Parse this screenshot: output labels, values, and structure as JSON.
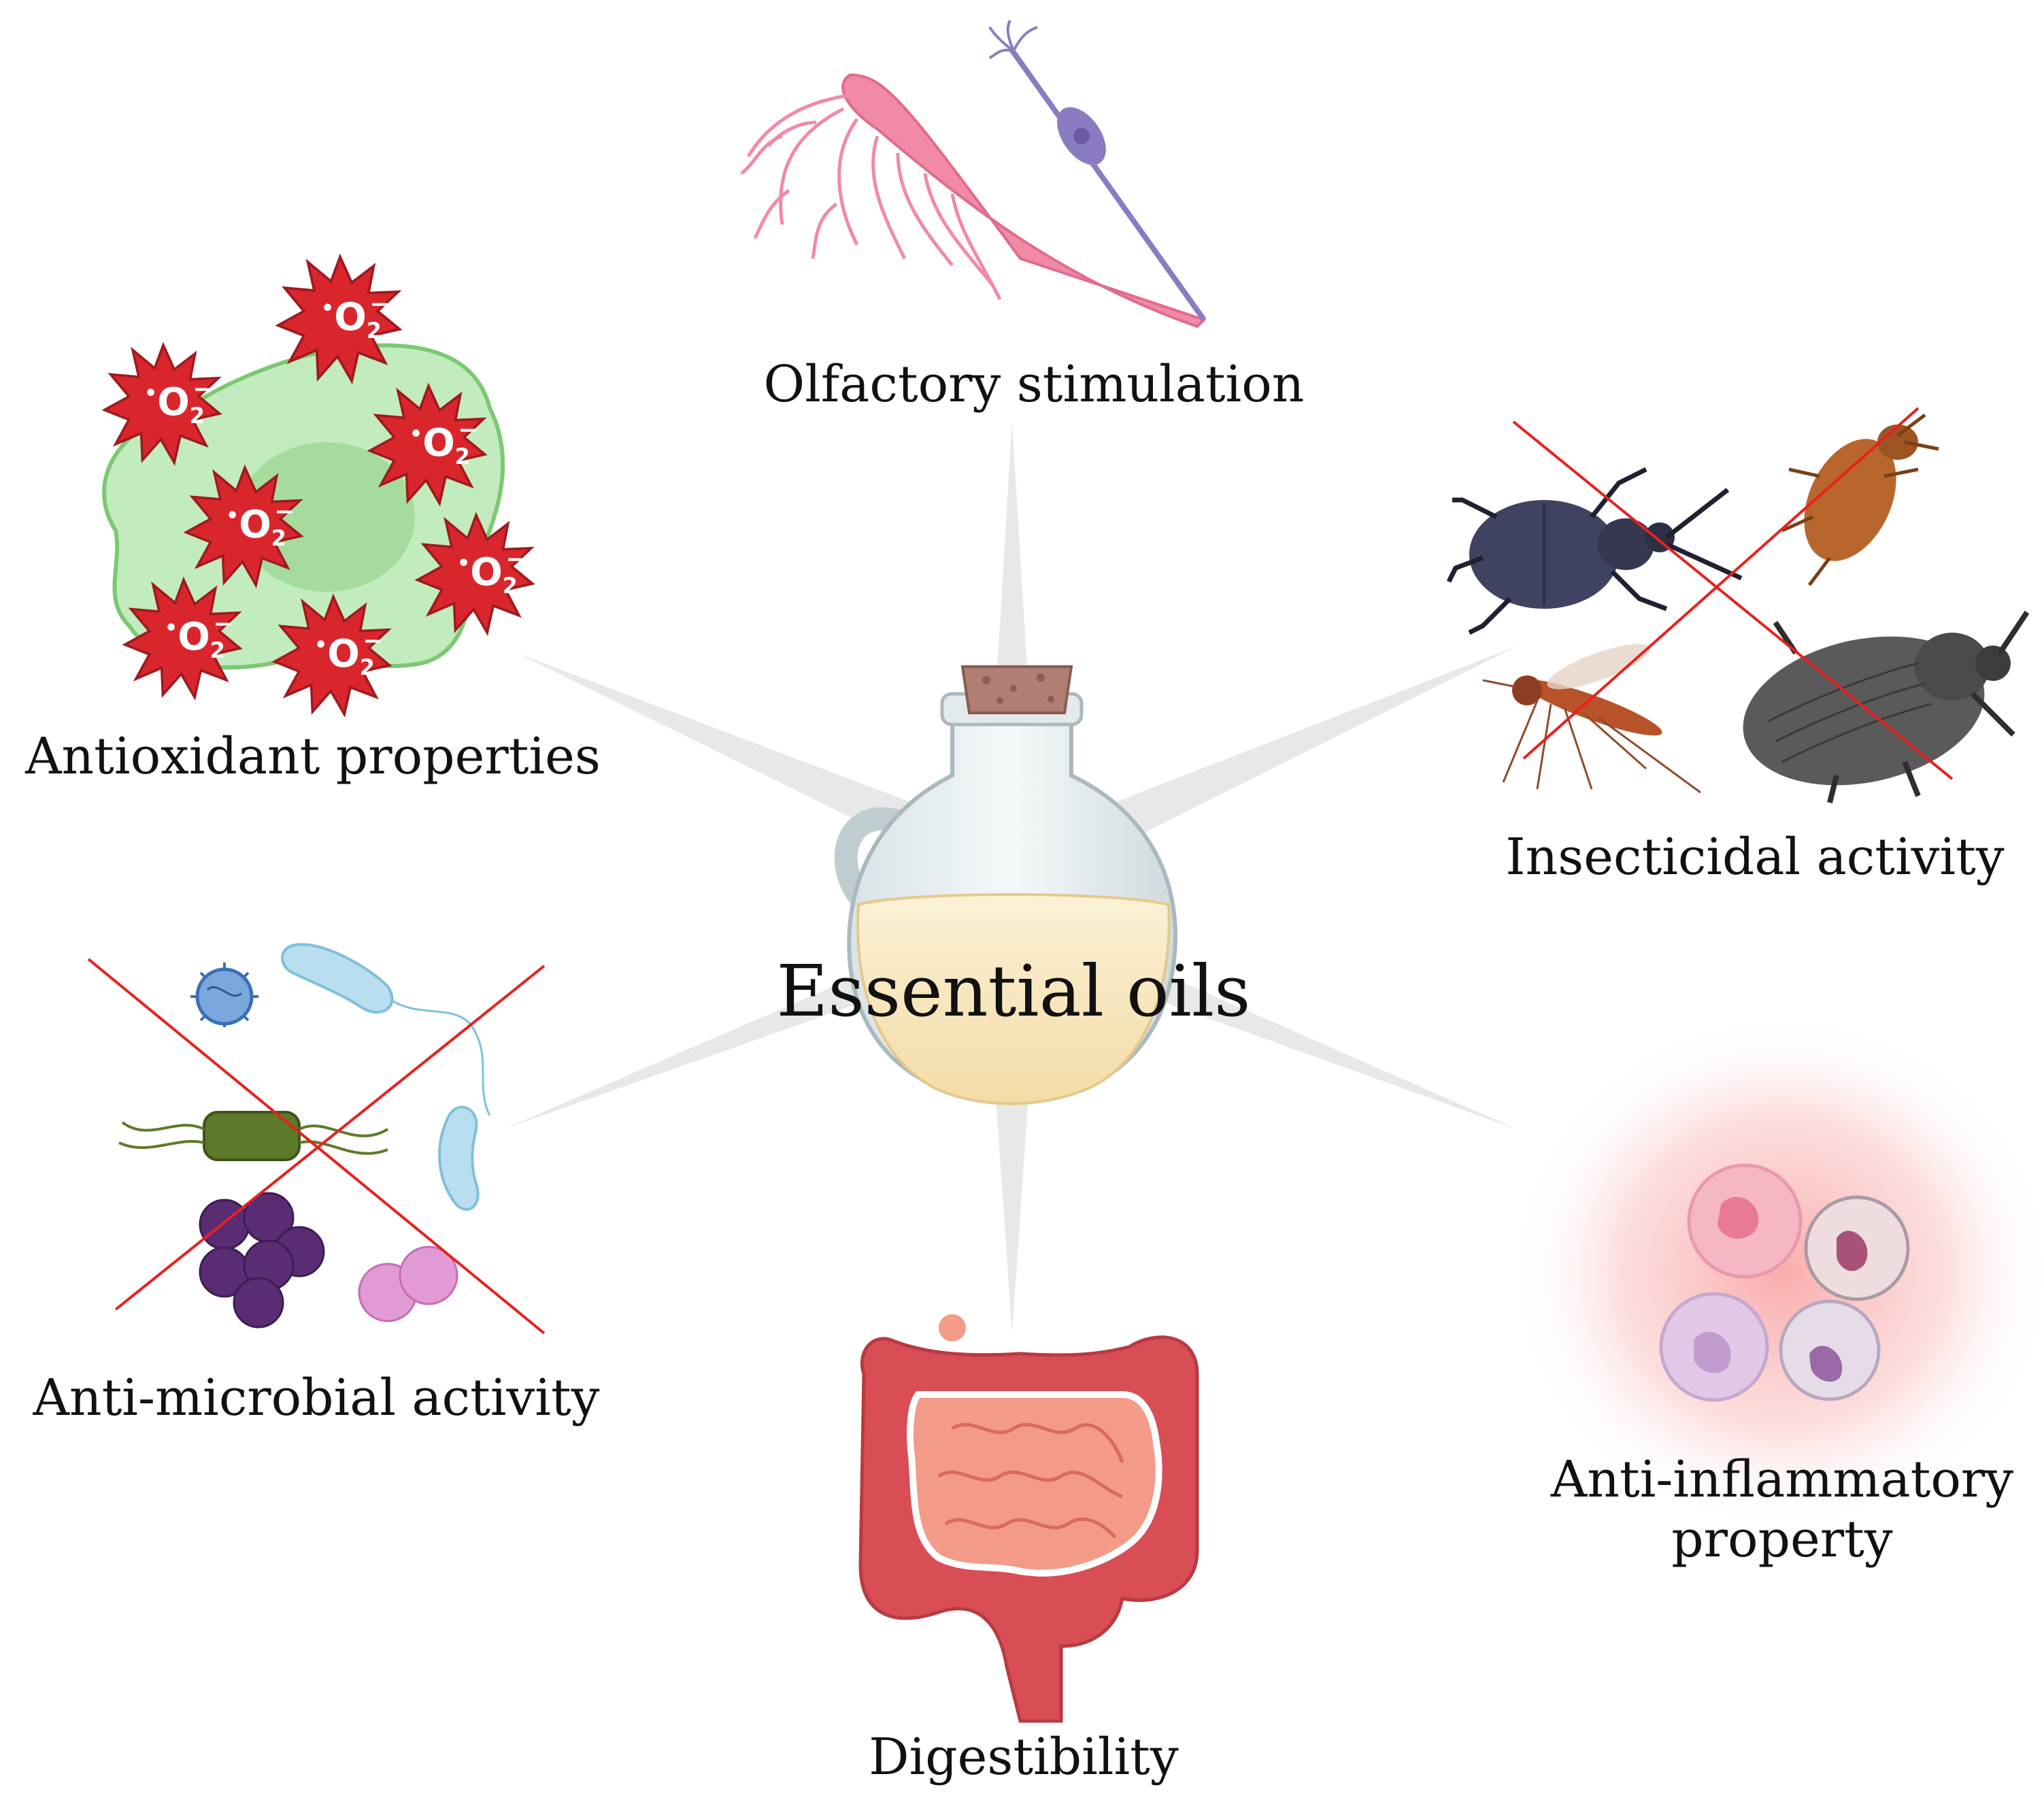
{
  "center": {
    "label": "Essential oils"
  },
  "properties": [
    {
      "id": "olfactory",
      "label": "Olfactory stimulation"
    },
    {
      "id": "antioxidant",
      "label": "Antioxidant properties"
    },
    {
      "id": "insecticidal",
      "label": "Insecticidal activity"
    },
    {
      "id": "antimicrobial",
      "label": "Anti-microbial activity"
    },
    {
      "id": "antiinflammatory",
      "label_line1": "Anti-inflammatory",
      "label_line2": "property"
    },
    {
      "id": "digestibility",
      "label": "Digestibility"
    }
  ],
  "radical": {
    "symbol": "O",
    "subscript": "2",
    "charge": "−",
    "dot": "•"
  },
  "colors": {
    "ray": "#e6e6e6",
    "cross": "#e8201e",
    "radical": "#d9262c",
    "cell": "#b6e6b0",
    "olfactory_pink": "#f08aa6",
    "olfactory_purple": "#8b7bc0",
    "oil": "#f7e7bf",
    "intestine_outer": "#d94d55",
    "intestine_inner": "#f49a88",
    "inflammation_glow": "#f9a7a7"
  }
}
